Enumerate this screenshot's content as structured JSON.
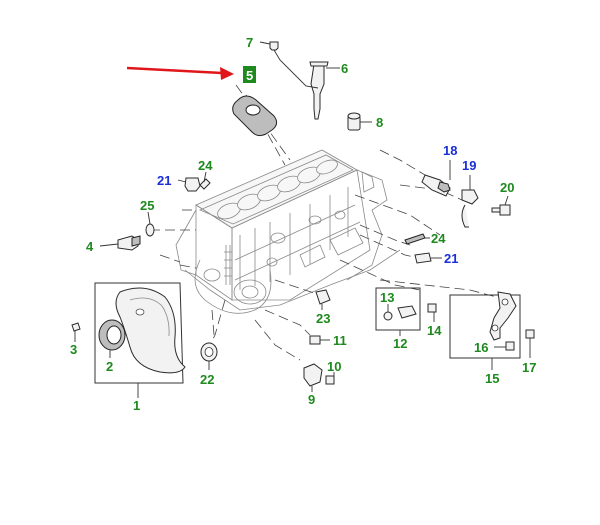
{
  "diagram": {
    "accent_color": "#e0161b",
    "label_green": "#1e8a1e",
    "label_blue": "#1b2fd6",
    "highlighted_callout": "5",
    "callouts": [
      {
        "id": "c1",
        "text": "1",
        "color": "green"
      },
      {
        "id": "c2",
        "text": "2",
        "color": "green"
      },
      {
        "id": "c3",
        "text": "3",
        "color": "green"
      },
      {
        "id": "c4",
        "text": "4",
        "color": "green"
      },
      {
        "id": "c5",
        "text": "5",
        "color": "highlight"
      },
      {
        "id": "c6",
        "text": "6",
        "color": "green"
      },
      {
        "id": "c7",
        "text": "7",
        "color": "green"
      },
      {
        "id": "c8",
        "text": "8",
        "color": "green"
      },
      {
        "id": "c9",
        "text": "9",
        "color": "green"
      },
      {
        "id": "c10",
        "text": "10",
        "color": "green"
      },
      {
        "id": "c11",
        "text": "11",
        "color": "green"
      },
      {
        "id": "c12",
        "text": "12",
        "color": "green"
      },
      {
        "id": "c13",
        "text": "13",
        "color": "green"
      },
      {
        "id": "c14",
        "text": "14",
        "color": "green"
      },
      {
        "id": "c15",
        "text": "15",
        "color": "green"
      },
      {
        "id": "c16",
        "text": "16",
        "color": "green"
      },
      {
        "id": "c17",
        "text": "17",
        "color": "green"
      },
      {
        "id": "c18",
        "text": "18",
        "color": "blue"
      },
      {
        "id": "c19",
        "text": "19",
        "color": "blue"
      },
      {
        "id": "c20",
        "text": "20",
        "color": "green"
      },
      {
        "id": "c21a",
        "text": "21",
        "color": "blue"
      },
      {
        "id": "c21b",
        "text": "21",
        "color": "blue"
      },
      {
        "id": "c22",
        "text": "22",
        "color": "green"
      },
      {
        "id": "c23",
        "text": "23",
        "color": "green"
      },
      {
        "id": "c24a",
        "text": "24",
        "color": "green"
      },
      {
        "id": "c24b",
        "text": "24",
        "color": "green"
      },
      {
        "id": "c25",
        "text": "25",
        "color": "green"
      }
    ]
  }
}
